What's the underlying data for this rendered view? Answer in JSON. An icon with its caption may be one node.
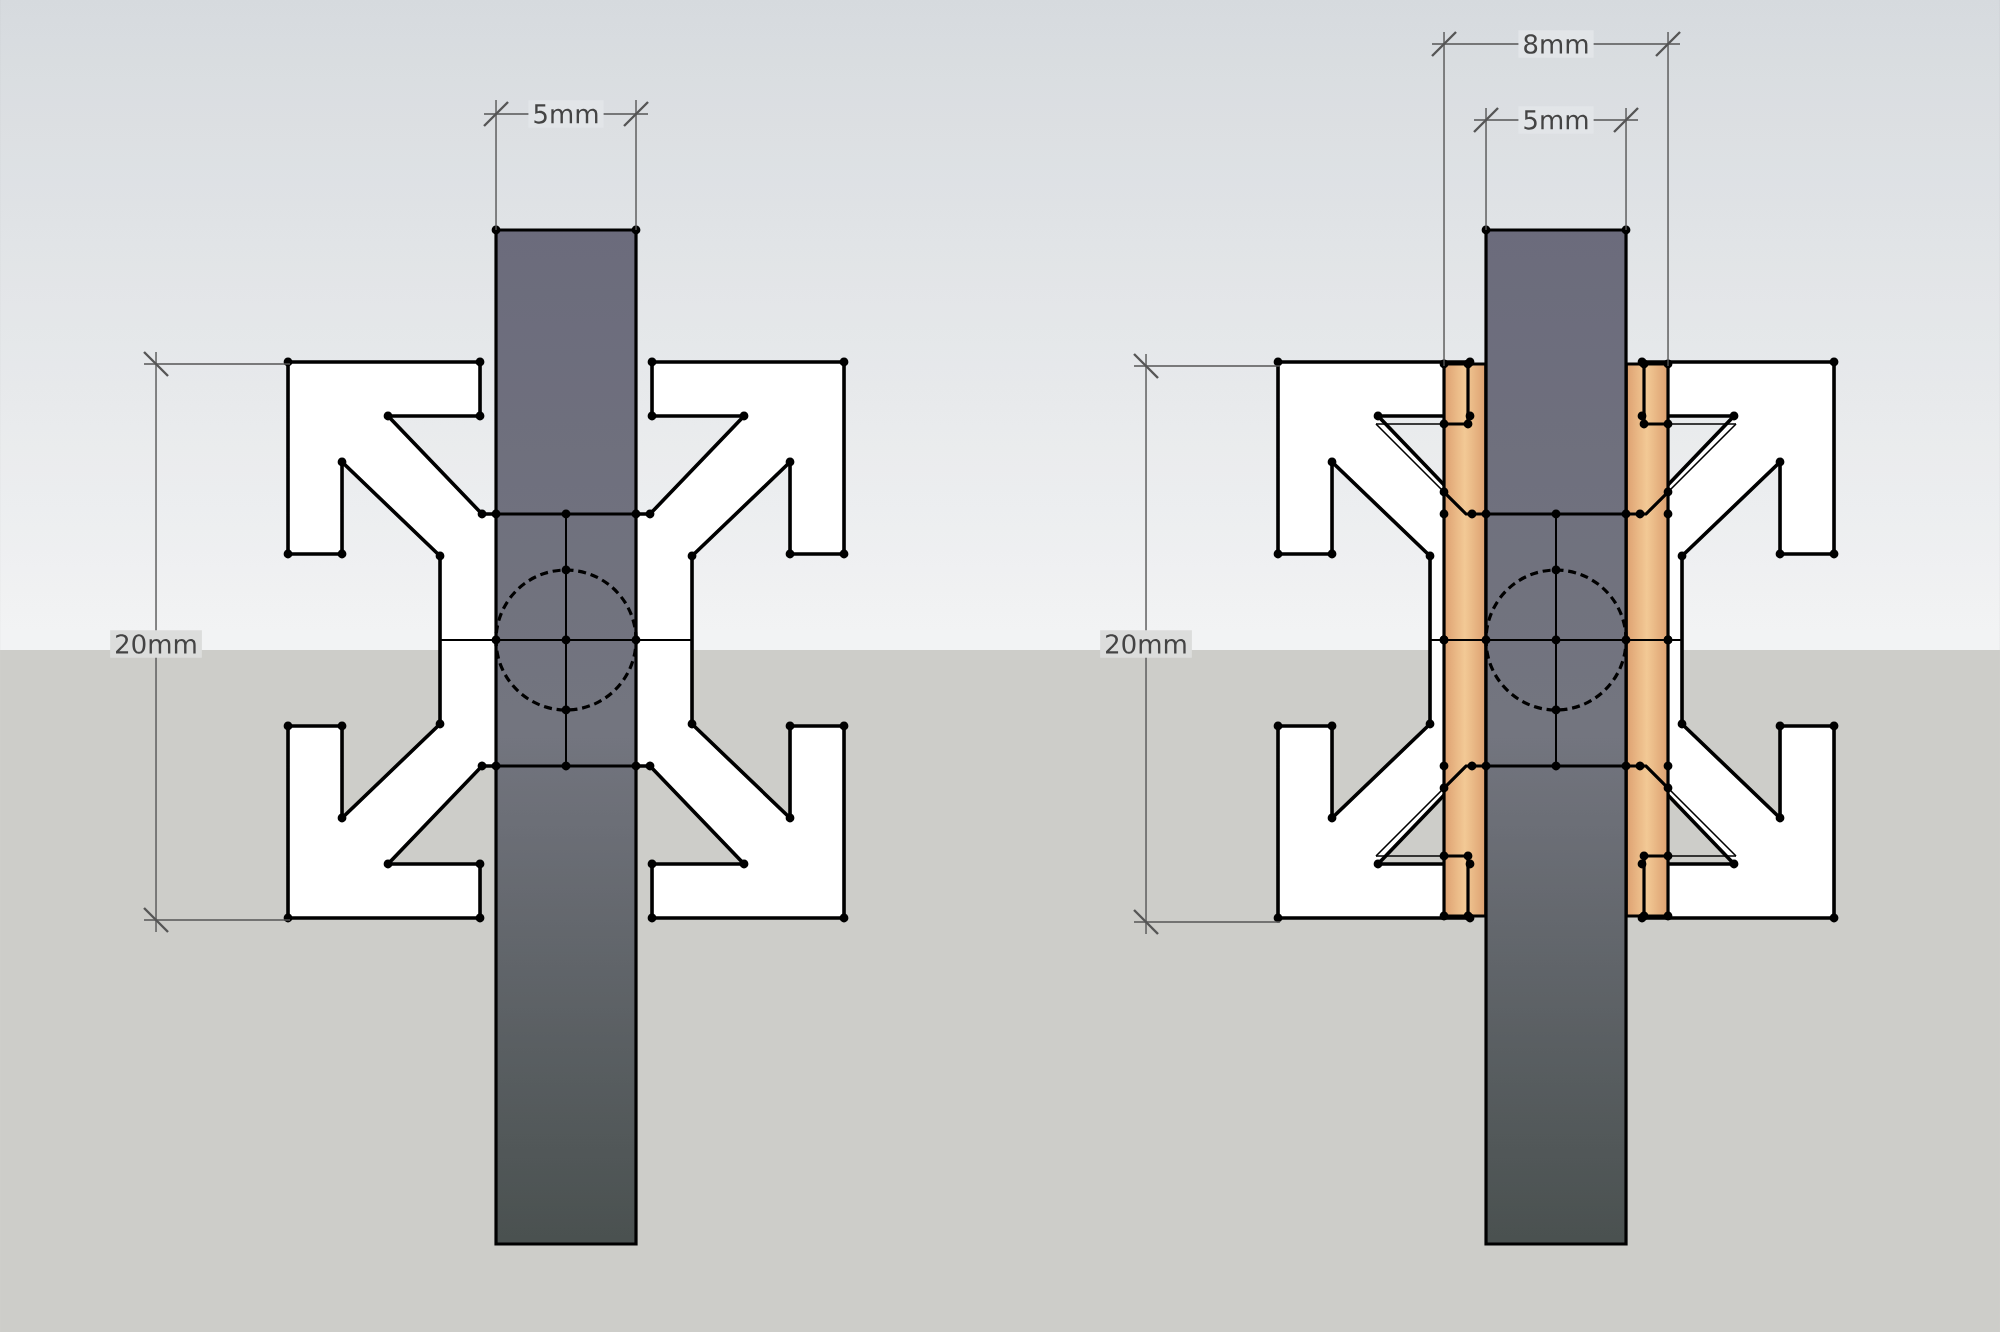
{
  "diagram": {
    "labels": [
      "5mm",
      "20mm",
      "8mm",
      "5mm",
      "20mm"
    ]
  }
}
